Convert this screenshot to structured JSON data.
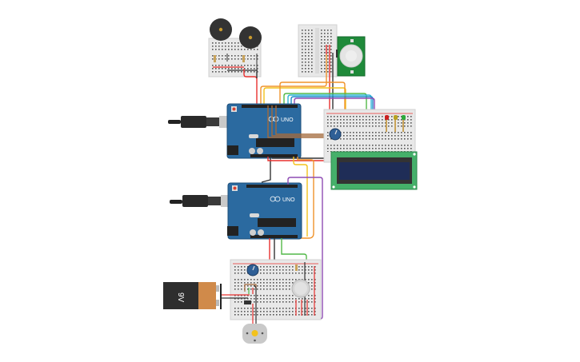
{
  "diagram": {
    "type": "circuit-schematic",
    "components": {
      "buzzer_1": {
        "label": "Piezo Buzzer"
      },
      "buzzer_2": {
        "label": "Piezo Buzzer"
      },
      "pir_sensor": {
        "label": "PIR Sensor"
      },
      "arduino_top": {
        "brand_text": "UNO"
      },
      "arduino_bottom": {
        "brand_text": "UNO"
      },
      "lcd": {
        "label": "LCD 16x2"
      },
      "leds": [
        {
          "color": "#cc1f1f"
        },
        {
          "color": "#b8a020"
        },
        {
          "color": "#2eaa3a"
        }
      ],
      "battery": {
        "label": "9V"
      },
      "dc_motor": {
        "label": "DC Motor"
      },
      "potentiometer_top": {
        "label": "Potentiometer"
      },
      "potentiometer_bottom": {
        "label": "Potentiometer"
      },
      "gas_sensor": {
        "label": "Gas Sensor"
      },
      "usb_cable_top": {
        "label": "USB Cable"
      },
      "usb_cable_bottom": {
        "label": "USB Cable"
      }
    },
    "wire_colors": {
      "red": "#e8302f",
      "black": "#333333",
      "orange": "#f0932b",
      "yellow": "#f3c21c",
      "green": "#52b848",
      "cyan": "#2fb5d8",
      "blue": "#1f8cc8",
      "purple": "#8e4cb4",
      "brown": "#a46a3b"
    }
  }
}
